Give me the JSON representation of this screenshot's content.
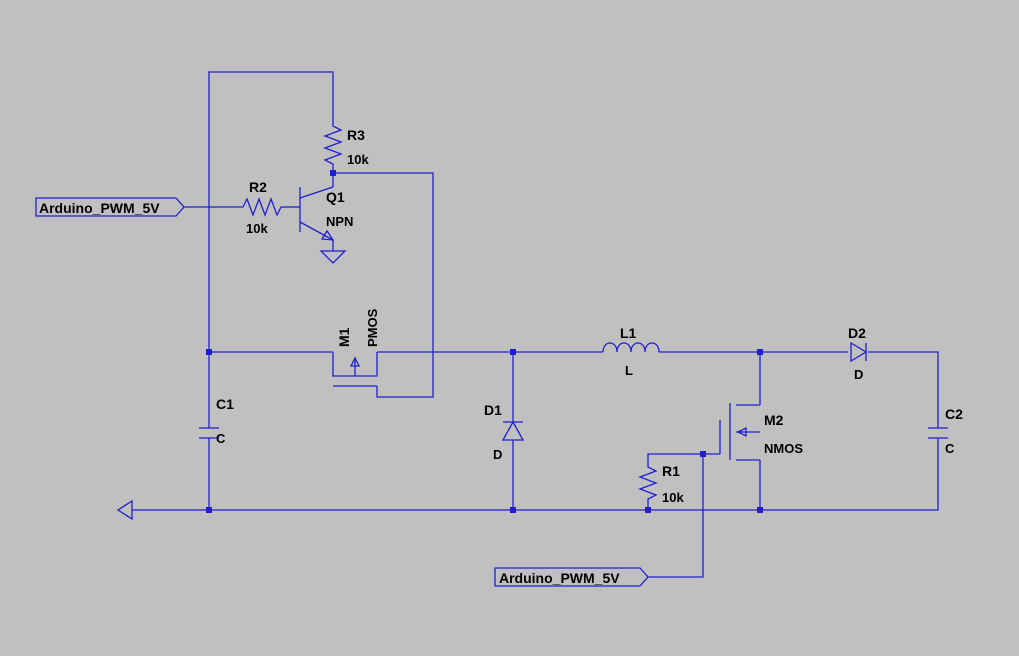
{
  "colors": {
    "background": "#c0c0c0",
    "wire": "#1f1fd0",
    "text": "#000000"
  },
  "ports": {
    "in_top": "Arduino_PWM_5V",
    "in_bottom": "Arduino_PWM_5V"
  },
  "components": {
    "R3": {
      "ref": "R3",
      "value": "10k"
    },
    "R2": {
      "ref": "R2",
      "value": "10k"
    },
    "Q1": {
      "ref": "Q1",
      "value": "NPN"
    },
    "M1": {
      "ref": "M1",
      "value": "PMOS"
    },
    "L1": {
      "ref": "L1",
      "value": "L"
    },
    "D2": {
      "ref": "D2",
      "value": "D"
    },
    "C1": {
      "ref": "C1",
      "value": "C"
    },
    "D1": {
      "ref": "D1",
      "value": "D"
    },
    "M2": {
      "ref": "M2",
      "value": "NMOS"
    },
    "R1": {
      "ref": "R1",
      "value": "10k"
    },
    "C2": {
      "ref": "C2",
      "value": "C"
    }
  }
}
